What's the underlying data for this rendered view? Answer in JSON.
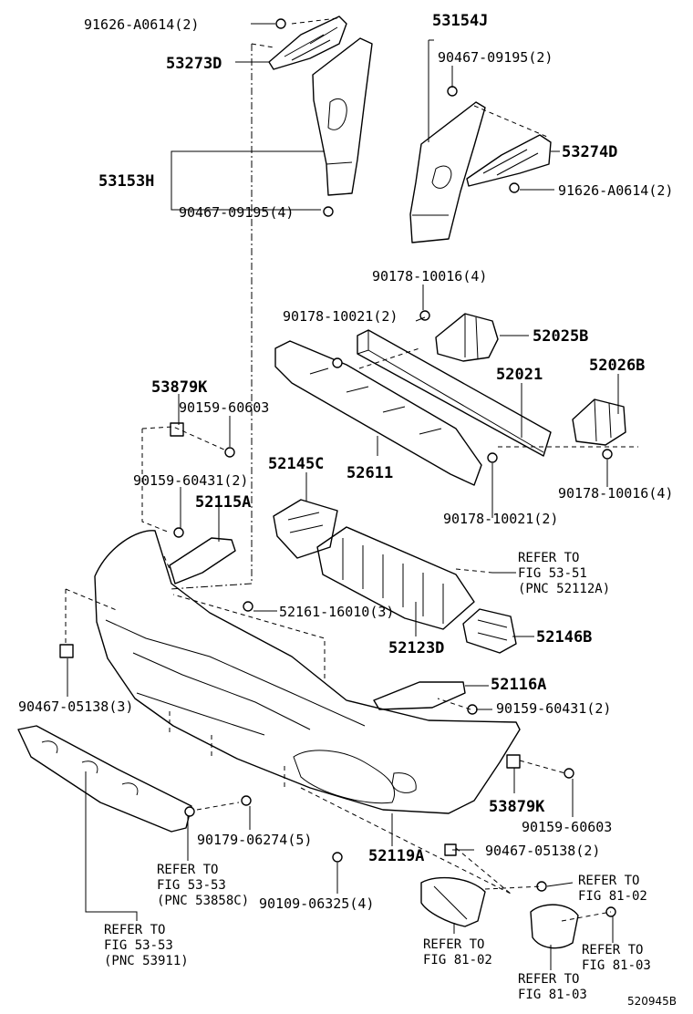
{
  "labels": {
    "p91626_top": "91626-A0614(2)",
    "p53273D": "53273D",
    "p53153H": "53153H",
    "p90467_09195_4": "90467-09195(4)",
    "p53154J": "53154J",
    "p90467_09195_2": "90467-09195(2)",
    "p53274D": "53274D",
    "p91626_right": "91626-A0614(2)",
    "p90178_10016_top": "90178-10016(4)",
    "p90178_10021_top": "90178-10021(2)",
    "p52025B": "52025B",
    "p52021": "52021",
    "p52026B": "52026B",
    "p53879K_top": "53879K",
    "p90159_60603_top": "90159-60603",
    "p52145C": "52145C",
    "p52611": "52611",
    "p90159_60431_top": "90159-60431(2)",
    "p52115A": "52115A",
    "p90178_10021_bot": "90178-10021(2)",
    "p90178_10016_bot": "90178-10016(4)",
    "p52161": "52161-16010(3)",
    "p52123D": "52123D",
    "p52146B": "52146B",
    "p90467_05138_3": "90467-05138(3)",
    "p52116A": "52116A",
    "p90159_60431_bot": "90159-60431(2)",
    "p53879K_bot": "53879K",
    "p90159_60603_bot": "90159-60603",
    "p90179": "90179-06274(5)",
    "p52119A": "52119A",
    "p90467_05138_2": "90467-05138(2)",
    "p90109": "90109-06325(4)"
  },
  "references": {
    "r53_51": [
      "REFER TO",
      "FIG 53-51",
      "(PNC 52112A)"
    ],
    "r53_53_a": [
      "REFER TO",
      "FIG 53-53",
      "(PNC 53858C)"
    ],
    "r53_53_b": [
      "REFER TO",
      "FIG 53-53",
      "(PNC 53911)"
    ],
    "r81_02_left": [
      "REFER TO",
      "FIG 81-02"
    ],
    "r81_02_right": [
      "REFER TO",
      "FIG 81-02"
    ],
    "r81_03_right": [
      "REFER TO",
      "FIG 81-03"
    ],
    "r81_03_bottom": [
      "REFER TO",
      "FIG 81-03"
    ]
  },
  "diagram_code": "520945B"
}
